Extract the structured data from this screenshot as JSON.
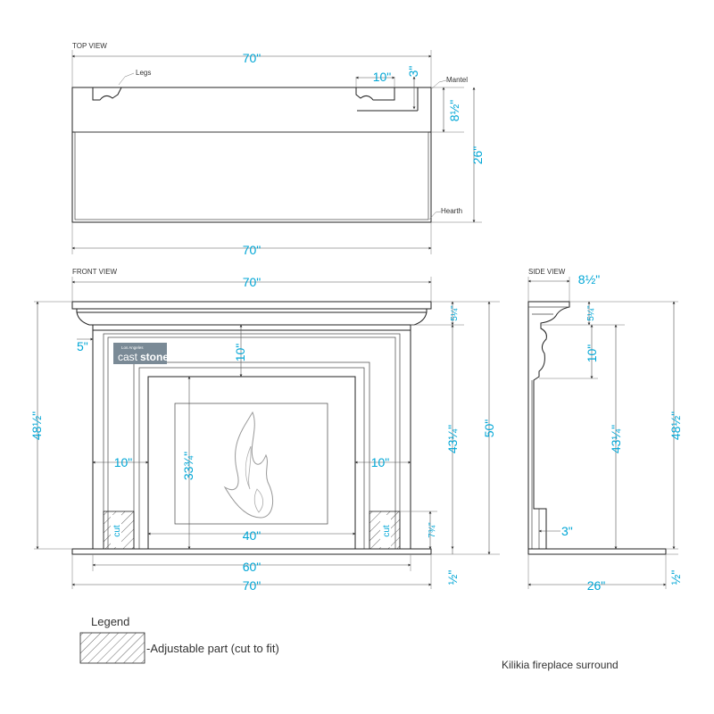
{
  "views": {
    "top": "TOP VIEW",
    "front": "FRONT VIEW",
    "side": "SIDE VIEW"
  },
  "callouts": {
    "legs": "Legs",
    "mantel": "Mantel",
    "hearth": "Hearth"
  },
  "dims": {
    "top_width_upper": "70\"",
    "top_width_lower": "70\"",
    "top_leg": "10\"",
    "top_3": "3\"",
    "top_8_1_2": "8½\"",
    "top_26": "26\"",
    "front_width_top": "70\"",
    "front_5": "5\"",
    "front_10_top": "10\"",
    "front_10_left": "10\"",
    "front_10_right": "10\"",
    "front_5_1_4": "5¼\"",
    "front_33_3_4": "33¾\"",
    "front_43_1_4": "43¼\"",
    "front_48_1_2": "48½\"",
    "front_50": "50\"",
    "front_7_3_4": "7¾\"",
    "front_40": "40\"",
    "front_60": "60\"",
    "front_70_bottom": "70\"",
    "front_1_2": "½\"",
    "cut_left": "cut",
    "cut_right": "cut",
    "side_8_1_2": "8½\"",
    "side_5_1_4": "5¼\"",
    "side_10": "10\"",
    "side_43_1_4": "43¼\"",
    "side_48_1_2": "48½\"",
    "side_3": "3\"",
    "side_26": "26\"",
    "side_1_2": "½\""
  },
  "logo": {
    "small": "Los Angeles",
    "cast": "cast",
    "stone": "stone"
  },
  "legend": {
    "title": "Legend",
    "item": "-Adjustable part (cut to fit)"
  },
  "caption": "Kilikia fireplace surround",
  "colors": {
    "dimension": "#00a6d6",
    "line": "#222222",
    "logo_bg": "#7a8a96"
  }
}
